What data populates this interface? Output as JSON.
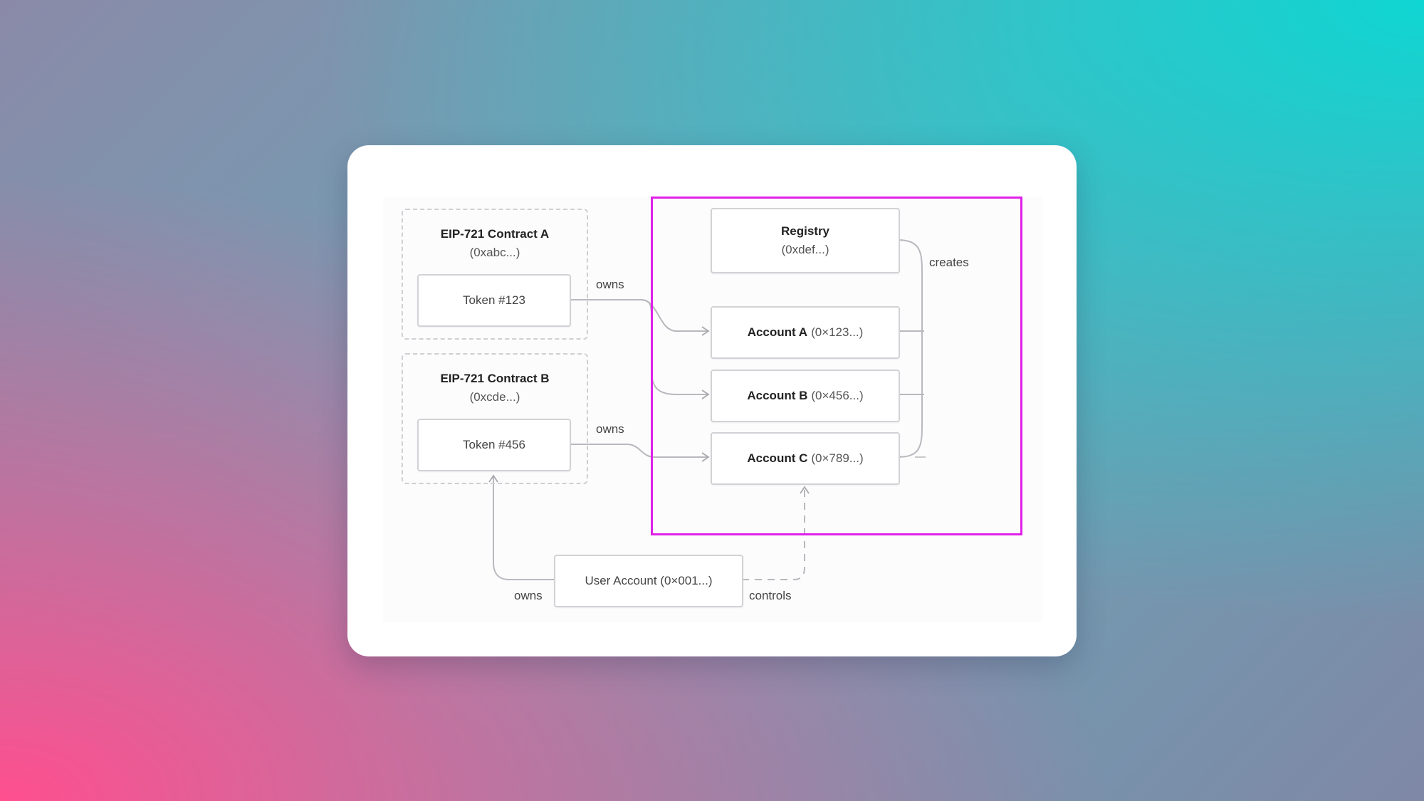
{
  "contract_a": {
    "title": "EIP-721 Contract A",
    "address": "(0xabc...)",
    "token": "Token #123"
  },
  "contract_b": {
    "title": "EIP-721 Contract B",
    "address": "(0xcde...)",
    "token": "Token #456"
  },
  "registry": {
    "title": "Registry",
    "address": "(0xdef...)"
  },
  "accounts": [
    {
      "name": "Account A",
      "address": "(0×123...)"
    },
    {
      "name": "Account B",
      "address": "(0×456...)"
    },
    {
      "name": "Account C",
      "address": "(0×789...)"
    }
  ],
  "user_account": "User Account (0×001...)",
  "edge_labels": {
    "owns_a": "owns",
    "owns_b": "owns",
    "creates": "creates",
    "owns_user": "owns",
    "controls": "controls"
  },
  "colors": {
    "highlight": "#e020e8",
    "line": "#b8b8be"
  }
}
